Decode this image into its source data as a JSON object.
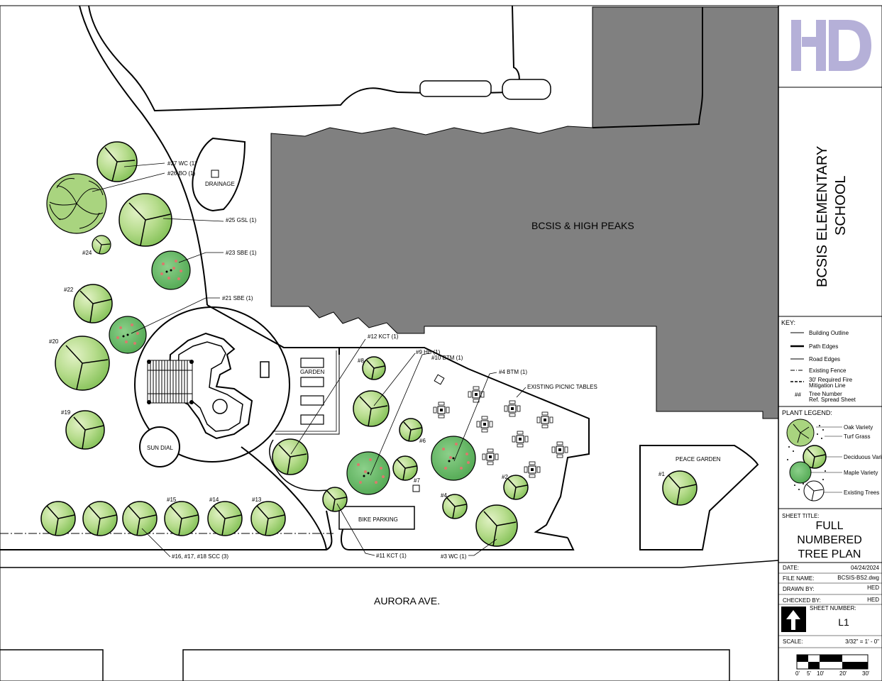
{
  "plan": {
    "building_label": "BCSIS & HIGH PEAKS",
    "street_label": "AURORA AVE.",
    "areas": {
      "drainage": "DRAINAGE",
      "garden": "GARDEN",
      "sun_dial": "SUN DIAL",
      "bike_parking": "BIKE PARKING",
      "peace_garden": "PEACE GARDEN",
      "picnic_tables": "EXISTING PICNIC TABLES"
    },
    "tree_labels": {
      "t27": "#27 WC (1)",
      "t26": "#26 BO (1)",
      "t25": "#25 GSL (1)",
      "t24": "#24",
      "t23": "#23 SBE (1)",
      "t22": "#22",
      "t21": "#21 SBE (1)",
      "t20": "#20",
      "t19": "#19",
      "t15": "#15",
      "t14": "#14",
      "t13": "#13",
      "t16_18": "#16, #17, #18 SCC (3)",
      "t12": "#12 KCT (1)",
      "t11": "#11 KCT (1)",
      "t10": "#10 BTM (1)",
      "t9": "#9 HB (1)",
      "t8": "#8",
      "t7": "#7",
      "t6": "#6",
      "t4_btm": "#4 BTM (1)",
      "t4": "#4",
      "t3": "#3 WC (1)",
      "t2": "#2",
      "t1": "#1"
    }
  },
  "title_block": {
    "project_title_line1": "BCSIS ELEMENTARY",
    "project_title_line2": "SCHOOL",
    "key": {
      "heading": "KEY:",
      "items": [
        "Building Outline",
        "Path Edges",
        "Road Edges",
        "Existing Fence",
        "30' Required Fire",
        "Mitigation Line",
        "Tree Number",
        "Ref. Spread Sheet"
      ],
      "tree_symbol": "##"
    },
    "plant_legend": {
      "heading": "PLANT LEGEND:",
      "items": [
        "Oak Variety",
        "Turf Grass",
        "Deciduous Variety",
        "Maple Variety",
        "Existing Trees"
      ]
    },
    "sheet_title_label": "SHEET TITLE:",
    "sheet_title_lines": [
      "FULL",
      "NUMBERED",
      "TREE PLAN"
    ],
    "date_label": "DATE:",
    "date_value": "04/24/2024",
    "file_label": "FILE NAME:",
    "file_value": "BCSIS-BS2.dwg",
    "drawn_label": "DRAWN BY:",
    "drawn_value": "HED",
    "checked_label": "CHECKED BY:",
    "checked_value": "HED",
    "sheet_number_label": "SHEET NUMBER:",
    "sheet_number_value": "L1",
    "scale_label": "SCALE:",
    "scale_value": "3/32\" = 1' - 0\"",
    "scale_ticks": [
      "0'",
      "5'",
      "10'",
      "20'",
      "30'"
    ],
    "colors": {
      "logo": "#b5b0d8",
      "building": "#808080",
      "tree_green": "#a9d47f",
      "tree_dark_green": "#5fb15a"
    }
  }
}
